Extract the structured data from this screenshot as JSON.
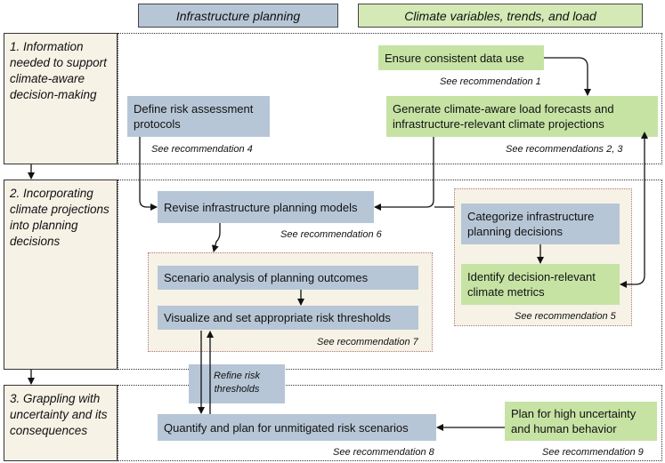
{
  "headers": {
    "infrastructure": "Infrastructure planning",
    "climate": "Climate variables, trends, and load"
  },
  "stages": {
    "s1": "1. Information needed to support climate-aware decision-making",
    "s2": "2. Incorporating climate projections into planning decisions",
    "s3": "3. Grappling with uncertainty and its consequences"
  },
  "boxes": {
    "ensure_data": "Ensure consistent data use",
    "generate_forecasts": "Generate climate-aware load forecasts and infrastructure-relevant climate projections",
    "define_risk": "Define risk assessment protocols",
    "revise_models": "Revise infrastructure planning models",
    "categorize": "Categorize infrastructure planning decisions",
    "identify_metrics": "Identify decision-relevant climate metrics",
    "scenario_analysis": "Scenario analysis of planning outcomes",
    "visualize": "Visualize and set appropriate risk thresholds",
    "refine": "Refine risk thresholds",
    "quantify": "Quantify and plan for unmitigated risk scenarios",
    "plan_uncertainty": "Plan for high uncertainty and human behavior"
  },
  "recommendations": {
    "r1": "See recommendation 1",
    "r23": "See recommendations 2, 3",
    "r4": "See recommendation 4",
    "r5": "See recommendation 5",
    "r6": "See recommendation 6",
    "r7": "See recommendation 7",
    "r8": "See recommendation 8",
    "r9": "See recommendation 9"
  },
  "colors": {
    "infrastructure": "#b7c6d6",
    "climate": "#c6e3a4",
    "stage_background": "#f6f2e6"
  }
}
